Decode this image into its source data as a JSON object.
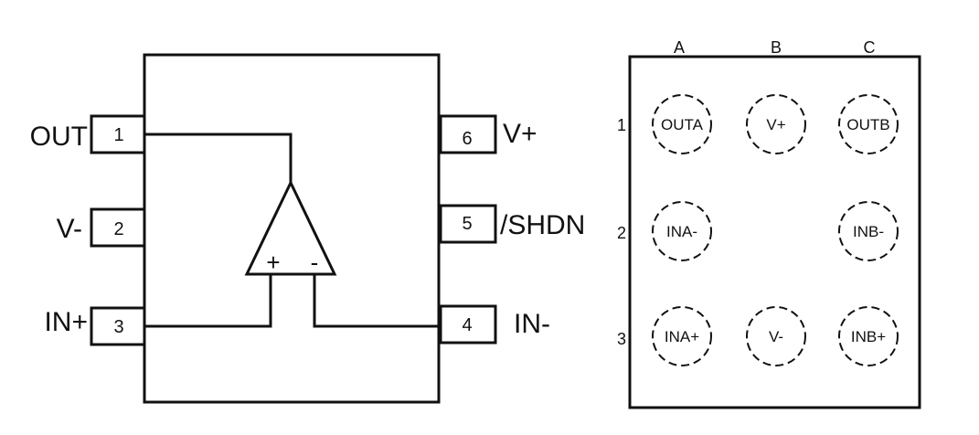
{
  "sot_package": {
    "left_pins": [
      {
        "number": "1",
        "name": "OUT"
      },
      {
        "number": "2",
        "name": "V-"
      },
      {
        "number": "3",
        "name": "IN+"
      }
    ],
    "right_pins": [
      {
        "number": "6",
        "name": "V+"
      },
      {
        "number": "5",
        "name": "/SHDN"
      },
      {
        "number": "4",
        "name": "IN-"
      }
    ],
    "opamp": {
      "plus_sign": "+",
      "minus_sign": "-"
    }
  },
  "bga_package": {
    "columns": [
      "A",
      "B",
      "C"
    ],
    "rows": [
      "1",
      "2",
      "3"
    ],
    "balls": [
      {
        "row": "1",
        "col": "A",
        "label": "OUTA"
      },
      {
        "row": "1",
        "col": "B",
        "label": "V+"
      },
      {
        "row": "1",
        "col": "C",
        "label": "OUTB"
      },
      {
        "row": "2",
        "col": "A",
        "label": "INA-"
      },
      {
        "row": "2",
        "col": "C",
        "label": "INB-"
      },
      {
        "row": "3",
        "col": "A",
        "label": "INA+"
      },
      {
        "row": "3",
        "col": "B",
        "label": "V-"
      },
      {
        "row": "3",
        "col": "C",
        "label": "INB+"
      }
    ]
  }
}
